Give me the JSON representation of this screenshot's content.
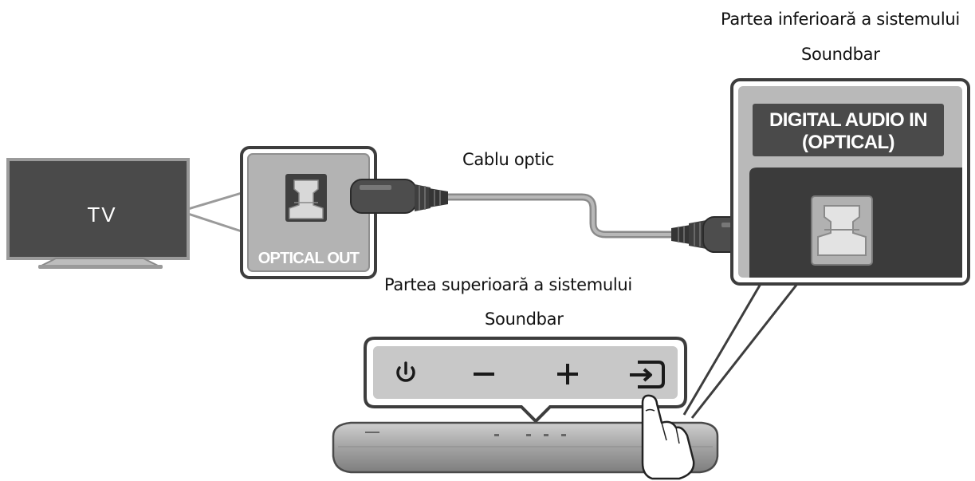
{
  "labels": {
    "bottom_label_line1": "Partea inferioară a sistemului",
    "bottom_label_line2": "Soundbar",
    "top_label_line1": "Partea superioară a sistemului",
    "top_label_line2": "Soundbar",
    "cable_label": "Cablu optic",
    "tv_label": "TV",
    "optical_out_label": "OPTICAL OUT",
    "digital_in_line1": "DIGITAL AUDIO IN",
    "digital_in_line2": "(OPTICAL)"
  },
  "icons": {
    "power": "power-icon",
    "volume_down": "minus-icon",
    "volume_up": "plus-icon",
    "source": "source-input-icon",
    "finger": "finger-pointer-icon"
  },
  "colors": {
    "dark_panel": "#4a4a4a",
    "panel_grey": "#b3b3b3",
    "cable_grey": "#8c8c8c",
    "plug_dark": "#4d4d4d",
    "soundbar": "#a9a9a9"
  }
}
